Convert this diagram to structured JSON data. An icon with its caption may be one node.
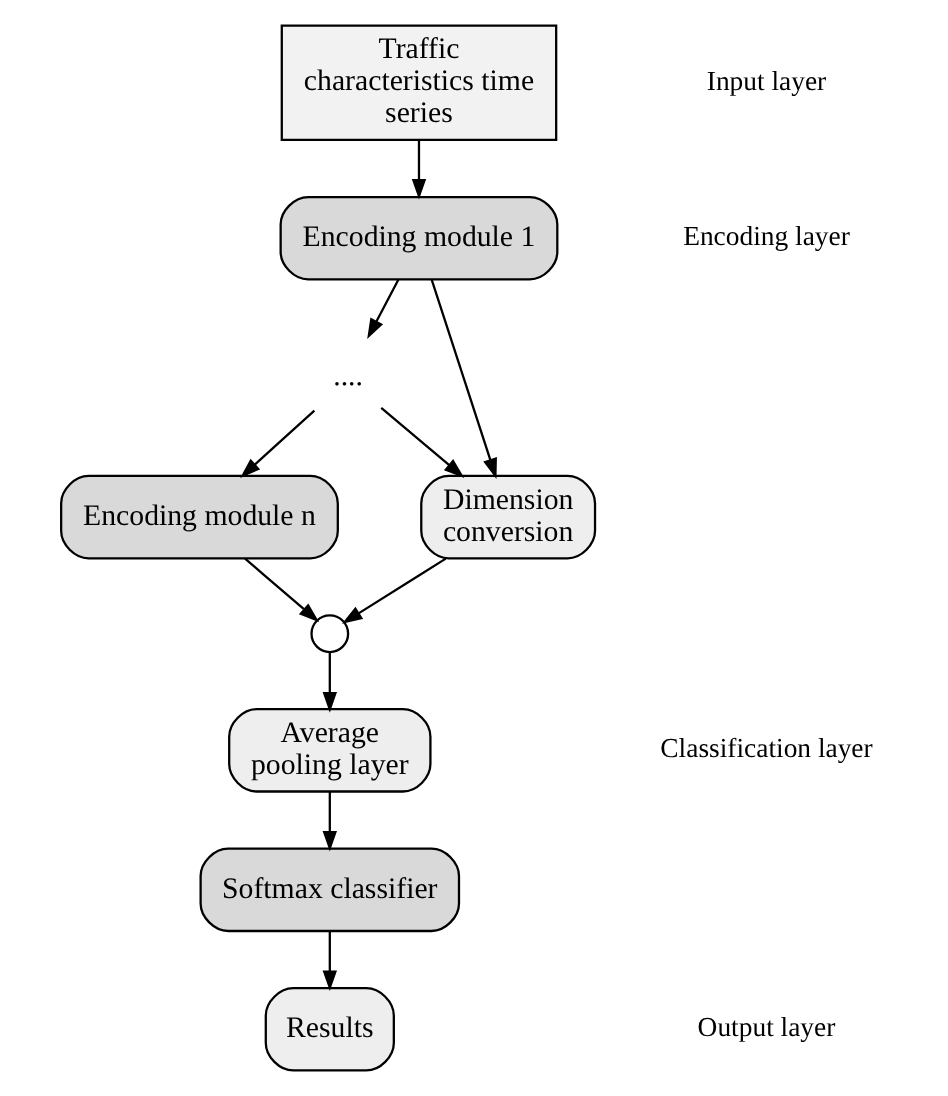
{
  "diagram": {
    "nodes": [
      {
        "text": [
          "Traffic characteristics time series"
        ]
      },
      {
        "text": [
          "Encoding module 1"
        ]
      },
      {
        "text": [
          "...."
        ]
      },
      {
        "text": [
          "Encoding module n"
        ]
      },
      {
        "text": [
          "Dimension conversion"
        ]
      },
      {
        "text": [],
        "shape": "circle"
      },
      {
        "text": [
          "Average pooling layer"
        ]
      },
      {
        "text": [
          "Softmax classifier"
        ]
      },
      {
        "text": [
          "Results"
        ]
      }
    ],
    "edges": [
      {
        "from": 0,
        "to": 1,
        "arrow": "to"
      },
      {
        "from": 1,
        "to": 2,
        "arrow": "to"
      },
      {
        "from": 1,
        "to": 4,
        "arrow": "to"
      },
      {
        "from": 2,
        "to": 3,
        "arrow": "to"
      },
      {
        "from": 2,
        "to": 4,
        "arrow": "to"
      },
      {
        "from": 3,
        "to": 5,
        "arrow": "to"
      },
      {
        "from": 4,
        "to": 5,
        "arrow": "to"
      },
      {
        "from": 5,
        "to": 6,
        "arrow": "to"
      },
      {
        "from": 6,
        "to": 7,
        "arrow": "to"
      },
      {
        "from": 7,
        "to": 8,
        "arrow": "to"
      }
    ],
    "labels": [
      "Input layer",
      "Encoding layer",
      "Classification layer",
      "Output layer"
    ]
  }
}
